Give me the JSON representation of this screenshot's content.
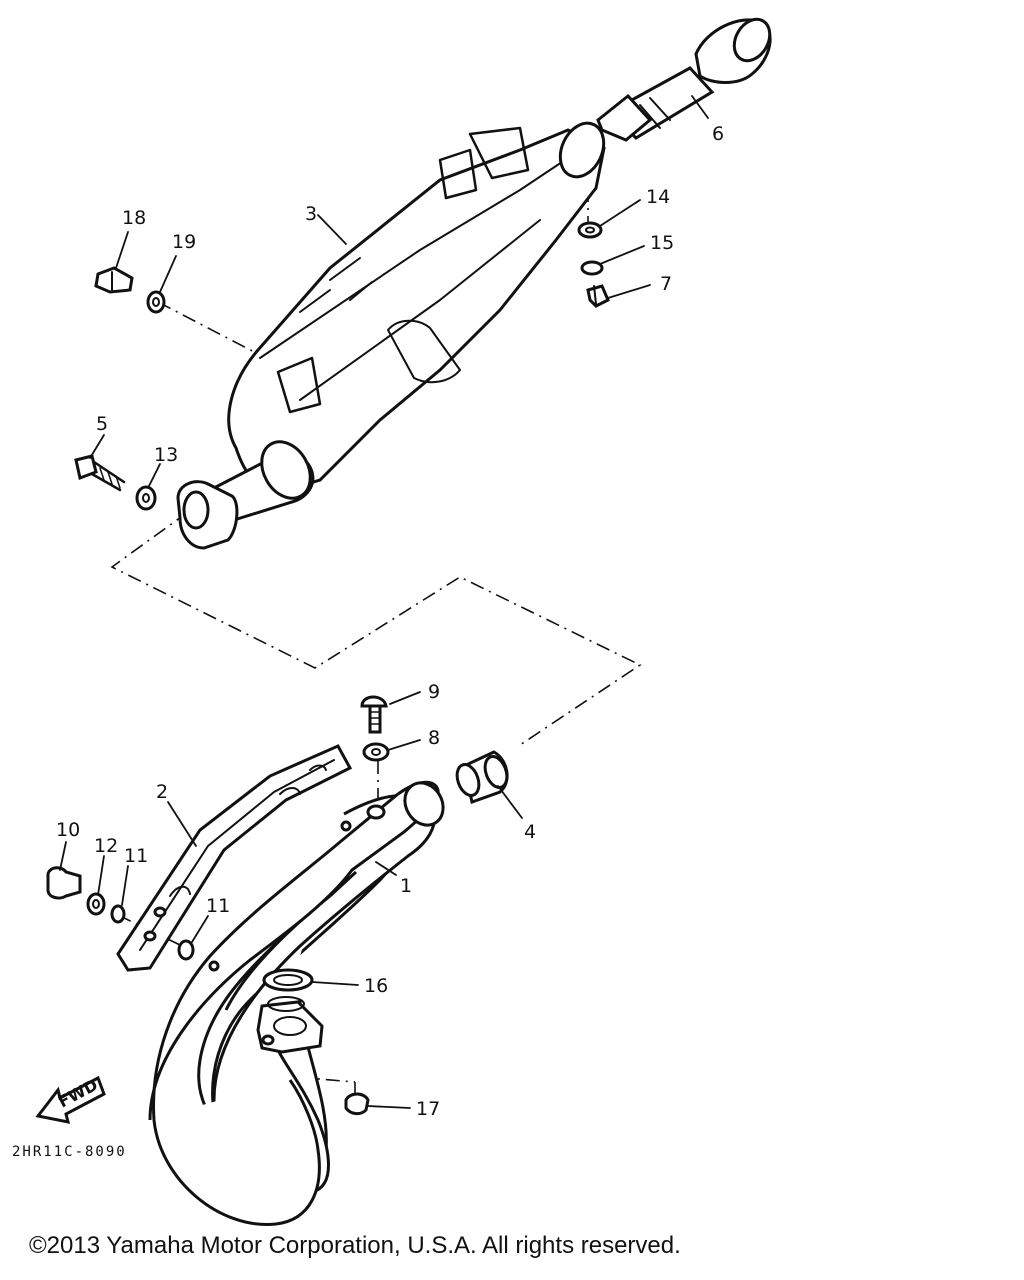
{
  "diagram": {
    "callouts": {
      "c1": "1",
      "c2": "2",
      "c3": "3",
      "c4": "4",
      "c5": "5",
      "c6": "6",
      "c7": "7",
      "c8": "8",
      "c9": "9",
      "c10": "10",
      "c11a": "11",
      "c11b": "11",
      "c12": "12",
      "c13": "13",
      "c14": "14",
      "c15": "15",
      "c16": "16",
      "c17": "17",
      "c18": "18",
      "c19": "19"
    },
    "direction_label": "FWD",
    "drawing_code": "2HR11C-8090"
  },
  "footer": {
    "copyright": "©2013 Yamaha Motor Corporation, U.S.A. All rights reserved."
  }
}
